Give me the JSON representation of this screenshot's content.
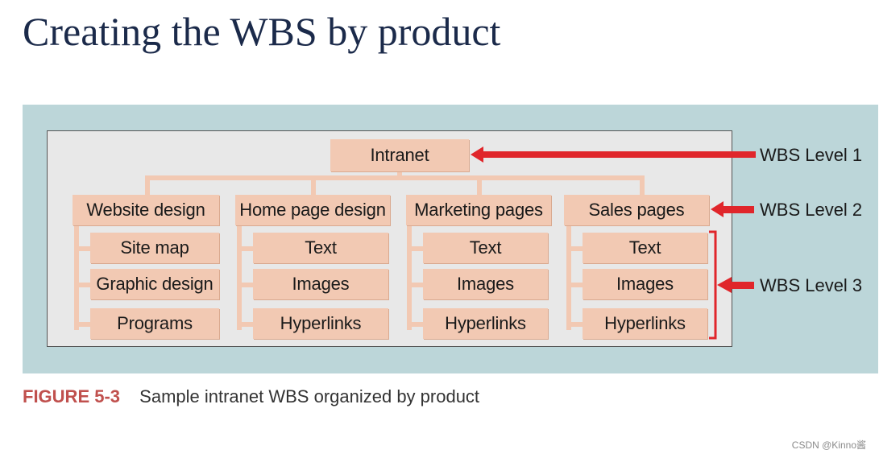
{
  "slide": {
    "title": "Creating the WBS by product"
  },
  "wbs": {
    "root": "Intranet",
    "branches": [
      {
        "label": "Website design",
        "children": [
          "Site map",
          "Graphic design",
          "Programs"
        ]
      },
      {
        "label": "Home page design",
        "children": [
          "Text",
          "Images",
          "Hyperlinks"
        ]
      },
      {
        "label": "Marketing pages",
        "children": [
          "Text",
          "Images",
          "Hyperlinks"
        ]
      },
      {
        "label": "Sales pages",
        "children": [
          "Text",
          "Images",
          "Hyperlinks"
        ]
      }
    ]
  },
  "levels": {
    "level1": "WBS Level 1",
    "level2": "WBS Level 2",
    "level3": "WBS Level 3"
  },
  "caption": {
    "figure": "FIGURE 5-3",
    "text": "Sample intranet WBS organized by product"
  },
  "watermark": "CSDN @Kinno酱",
  "colors": {
    "box": "#f2c9b3",
    "panel": "#bcd6d9",
    "arrow": "#e0262b",
    "caption_accent": "#c0504d"
  }
}
